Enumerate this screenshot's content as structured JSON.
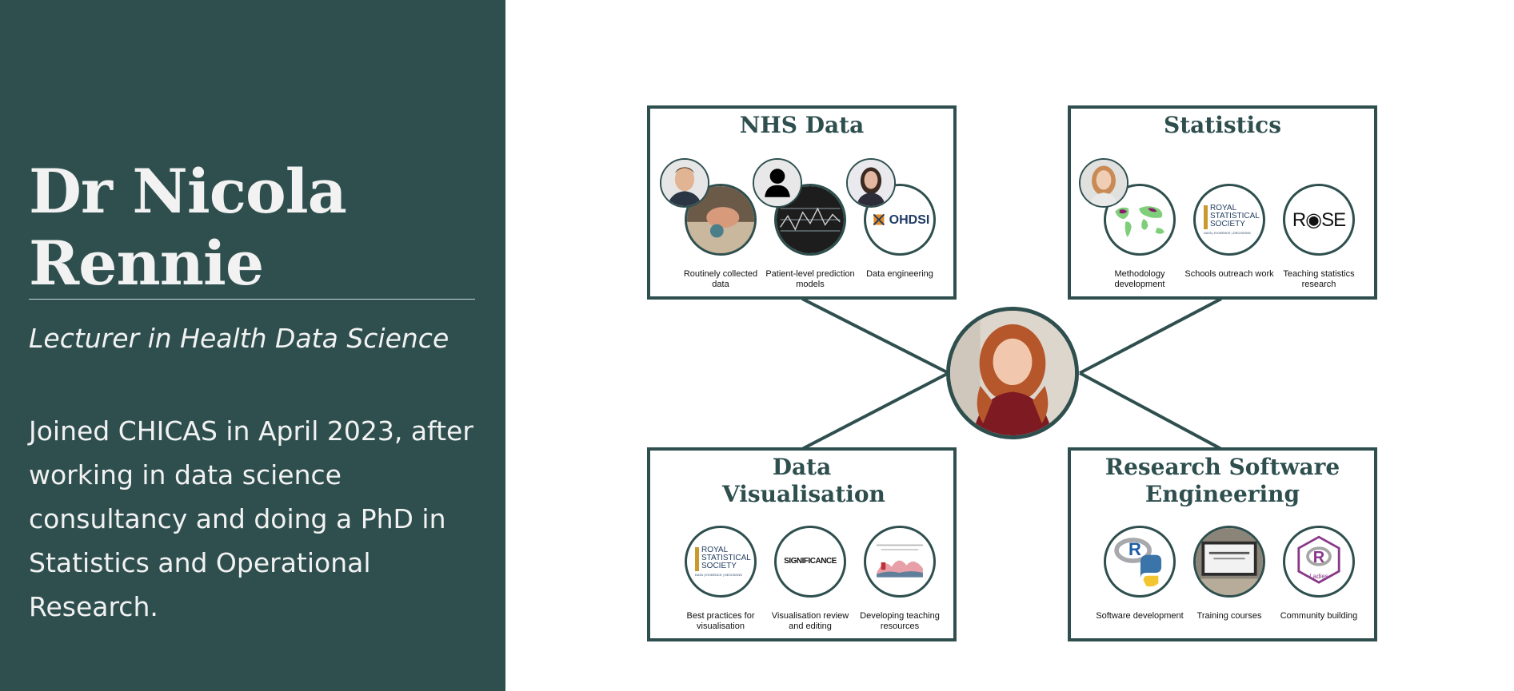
{
  "profile": {
    "name": "Dr Nicola Rennie",
    "role": "Lecturer in Health Data Science",
    "bio": "Joined CHICAS in April 2023, after working in data science consultancy and doing a PhD in Statistics and Operational Research."
  },
  "colors": {
    "sidebar": "#2f4f4f",
    "panel_border": "#2f4f4f",
    "text_light": "#f2f2f2"
  },
  "panels": {
    "nhs": {
      "title": "NHS Data",
      "items": [
        "Routinely collected data",
        "Patient-level prediction models",
        "Data engineering"
      ]
    },
    "stats": {
      "title": "Statistics",
      "items": [
        "Methodology development",
        "Schools outreach work",
        "Teaching statistics research"
      ]
    },
    "vis": {
      "title": "Data Visualisation",
      "items": [
        "Best practices for visualisation",
        "Visualisation review and editing",
        "Developing teaching resources"
      ]
    },
    "rse": {
      "title": "Research Software Engineering",
      "items": [
        "Software development",
        "Training courses",
        "Community building"
      ]
    }
  },
  "logos": {
    "ohdsi": "OHDSI",
    "rss_line1": "ROYAL",
    "rss_line2": "STATISTICAL",
    "rss_line3": "SOCIETY",
    "rss_tag": "DATA | EVIDENCE | DECISIONS",
    "rose": "R◉SE",
    "significance": "SIGNIFICANCE",
    "r": "R",
    "rladies": "Ladies"
  }
}
